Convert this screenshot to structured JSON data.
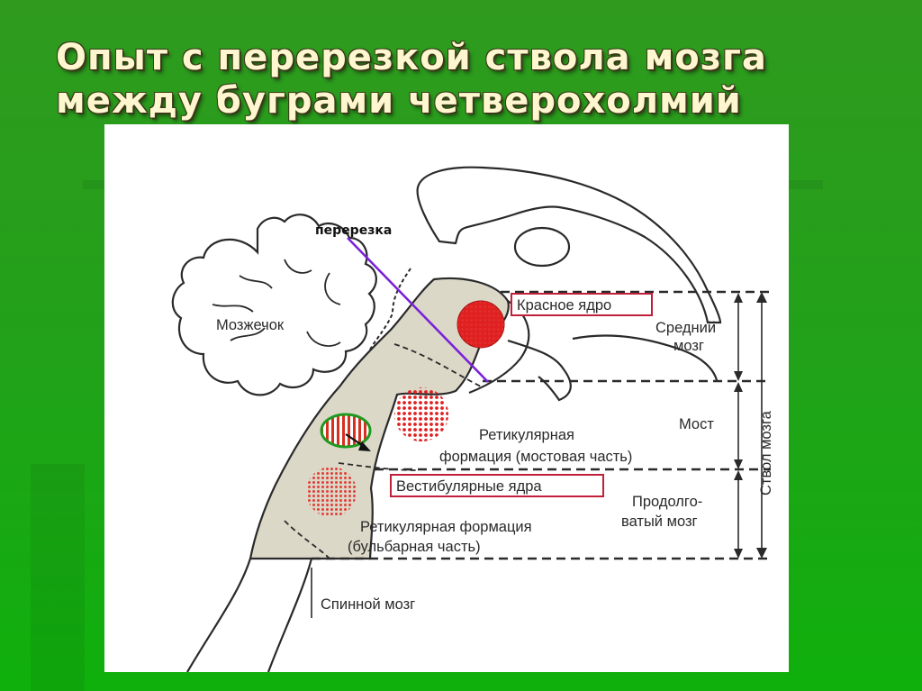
{
  "title": {
    "line1": "Опыт с перерезкой ствола мозга",
    "line2": "между буграми четверохолмий"
  },
  "labels": {
    "cut": "перерезка",
    "cerebellum": "Мозжечок",
    "red_nucleus": "Красное ядро",
    "midbrain_1": "Средний",
    "midbrain_2": "мозг",
    "pons": "Мост",
    "reticular_pons_1": "Ретикулярная",
    "reticular_pons_2": "формация (мостовая часть)",
    "vestibular": "Вестибулярные ядра",
    "medulla_1": "Продолго-",
    "medulla_2": "ватый мозг",
    "reticular_bulbar_1": "Ретикулярная формация",
    "reticular_bulbar_2": "(бульбарная часть)",
    "spinal_cord": "Спинной мозг",
    "brainstem": "Ствол мозга"
  },
  "colors": {
    "background_green": "#22a11a",
    "title_text": "#fdf6cf",
    "red_nucleus": "#e02020",
    "cut_line": "#7a22d8",
    "label_frame": "#c0203a",
    "vestibular_ring": "#1f9a1f",
    "stem_fill": "#dcd8c8"
  }
}
